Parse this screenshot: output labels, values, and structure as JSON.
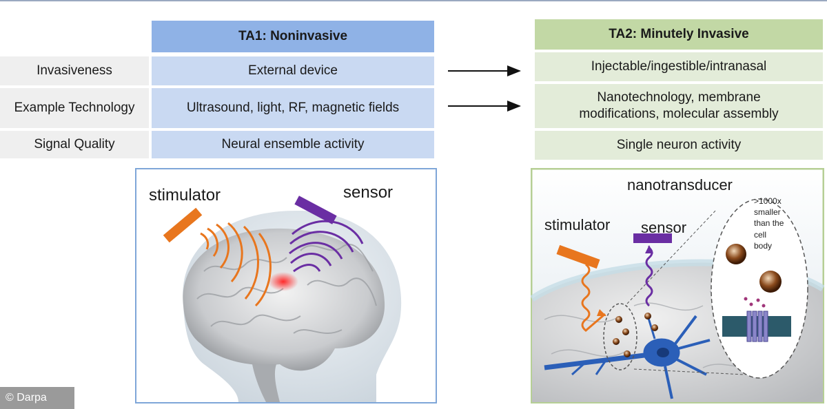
{
  "columns": {
    "ta1_title": "TA1: Noninvasive",
    "ta2_title": "TA2: Minutely Invasive"
  },
  "rows": [
    {
      "label": "Invasiveness",
      "ta1": "External device",
      "ta2": "Injectable/ingestible/intranasal"
    },
    {
      "label": "Example Technology",
      "ta1": "Ultrasound, light, RF, magnetic fields",
      "ta2": "Nanotechnology, membrane modifications, molecular assembly"
    },
    {
      "label": "Signal Quality",
      "ta1": "Neural ensemble activity",
      "ta2": "Single neuron activity"
    }
  ],
  "panel_ta1": {
    "stimulator_label": "stimulator",
    "sensor_label": "sensor"
  },
  "panel_ta2": {
    "nanotransducer_label": "nanotransducer",
    "stimulator_label": "stimulator",
    "sensor_label": "sensor",
    "scale_note_lines": [
      ">1000x",
      "smaller",
      "than the",
      "cell",
      "body"
    ]
  },
  "credit": "© Darpa",
  "colors": {
    "ta1_header": "#8fb2e6",
    "ta1_cell": "#c9d9f2",
    "ta2_header": "#c2d8a5",
    "ta2_cell": "#e3ecd9",
    "stimulator": "#e8761e",
    "sensor": "#6a2ea3",
    "neuron": "#2b5fb8"
  }
}
